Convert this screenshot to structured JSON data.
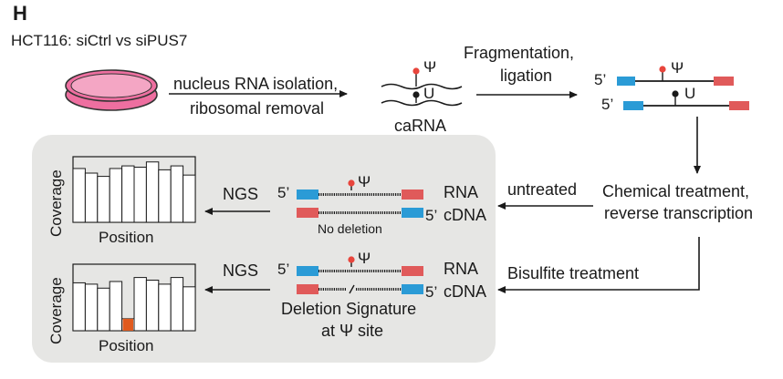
{
  "panel_letter": "H",
  "subtitle": "HCT116: siCtrl vs siPUS7",
  "step1": {
    "line1": "nucleus RNA isolation,",
    "line2": "ribosomal removal"
  },
  "caRNA": {
    "label": "caRNA",
    "mod_top": "Ψ",
    "mod_bottom": "U"
  },
  "step2": {
    "line1": "Fragmentation,",
    "line2": "ligation"
  },
  "ligated": {
    "five_prime": "5’",
    "mod_top": "Ψ",
    "mod_bottom": "U"
  },
  "chemical": {
    "line1": "Chemical treatment,",
    "line2": "reverse transcription"
  },
  "untreated_label": "untreated",
  "bisulfite_label": "Bisulfite treatment",
  "row1": {
    "five_prime": "5’",
    "five_prime_right": "5’",
    "mod": "Ψ",
    "rna": "RNA",
    "cdna": "cDNA",
    "note": "No deletion",
    "ngs": "NGS",
    "ylabel": "Coverage",
    "xlabel": "Position",
    "bars": [
      0.82,
      0.75,
      0.7,
      0.82,
      0.86,
      0.84,
      0.92,
      0.8,
      0.86,
      0.72
    ]
  },
  "row2": {
    "five_prime": "5’",
    "five_prime_right": "5’",
    "mod": "Ψ",
    "rna": "RNA",
    "cdna": "cDNA",
    "note1": "Deletion Signature",
    "note2": "at Ψ site",
    "ngs": "NGS",
    "ylabel": "Coverage",
    "xlabel": "Position",
    "bars": [
      0.72,
      0.7,
      0.64,
      0.74,
      0.18,
      0.8,
      0.76,
      0.7,
      0.8,
      0.66
    ],
    "highlight_index": 4
  },
  "colors": {
    "pink": "#ee6fa0",
    "blue": "#2b9bd6",
    "red": "#e05a5a",
    "gray_box": "#e6e6e4",
    "highlight": "#e05a1e",
    "lollipop": "#e8453c"
  }
}
